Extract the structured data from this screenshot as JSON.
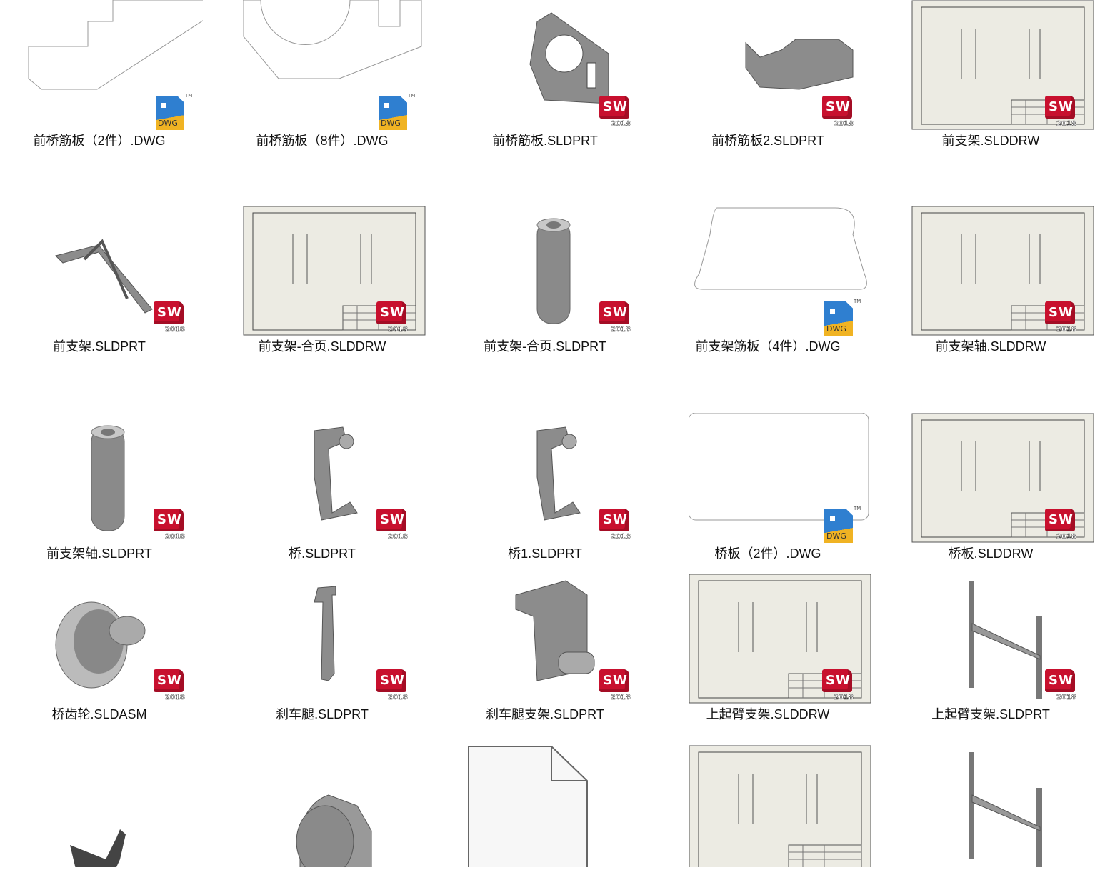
{
  "colors": {
    "sw_red": "#c8102e",
    "dwg_blue": "#2f7fd0",
    "dwg_yellow": "#f0b323",
    "sheet": "#ecebe3",
    "part_gray": "#8a8a8a"
  },
  "badges": {
    "sw_text": "SW",
    "sw_year": "2018",
    "dwg_text": "DWG",
    "dwg_tm": "TM"
  },
  "files": [
    {
      "label": "前桥筋板（2件）.DWG",
      "kind": "dwg-outline1",
      "badge": "dwg"
    },
    {
      "label": "前桥筋板（8件）.DWG",
      "kind": "dwg-outline2",
      "badge": "dwg"
    },
    {
      "label": "前桥筋板.SLDPRT",
      "kind": "part-plate",
      "badge": "sw"
    },
    {
      "label": "前桥筋板2.SLDPRT",
      "kind": "part-block",
      "badge": "sw"
    },
    {
      "label": "前支架.SLDDRW",
      "kind": "drawing",
      "badge": "sw"
    },
    {
      "label": "前支架.SLDPRT",
      "kind": "part-frame",
      "badge": "sw"
    },
    {
      "label": "前支架-合页.SLDDRW",
      "kind": "drawing",
      "badge": "sw"
    },
    {
      "label": "前支架-合页.SLDPRT",
      "kind": "part-tube",
      "badge": "sw"
    },
    {
      "label": "前支架筋板（4件）.DWG",
      "kind": "dwg-outline3",
      "badge": "dwg"
    },
    {
      "label": "前支架轴.SLDDRW",
      "kind": "drawing",
      "badge": "sw"
    },
    {
      "label": "前支架轴.SLDPRT",
      "kind": "part-tube",
      "badge": "sw"
    },
    {
      "label": "桥.SLDPRT",
      "kind": "part-arm",
      "badge": "sw"
    },
    {
      "label": "桥1.SLDPRT",
      "kind": "part-arm",
      "badge": "sw"
    },
    {
      "label": "桥板（2件）.DWG",
      "kind": "dwg-rect",
      "badge": "dwg"
    },
    {
      "label": "桥板.SLDDRW",
      "kind": "drawing",
      "badge": "sw"
    },
    {
      "label": "桥齿轮.SLDASM",
      "kind": "part-gear",
      "badge": "sw"
    },
    {
      "label": "刹车腿.SLDPRT",
      "kind": "part-lever",
      "badge": "sw"
    },
    {
      "label": "刹车腿支架.SLDPRT",
      "kind": "part-bracket",
      "badge": "sw"
    },
    {
      "label": "上起臂支架.SLDDRW",
      "kind": "drawing",
      "badge": "sw"
    },
    {
      "label": "上起臂支架.SLDPRT",
      "kind": "part-h",
      "badge": "sw"
    },
    {
      "label": "",
      "kind": "part-hook",
      "badge": ""
    },
    {
      "label": "",
      "kind": "part-housing",
      "badge": ""
    },
    {
      "label": "",
      "kind": "blank-file",
      "badge": ""
    },
    {
      "label": "",
      "kind": "drawing",
      "badge": ""
    },
    {
      "label": "",
      "kind": "part-h",
      "badge": ""
    }
  ]
}
